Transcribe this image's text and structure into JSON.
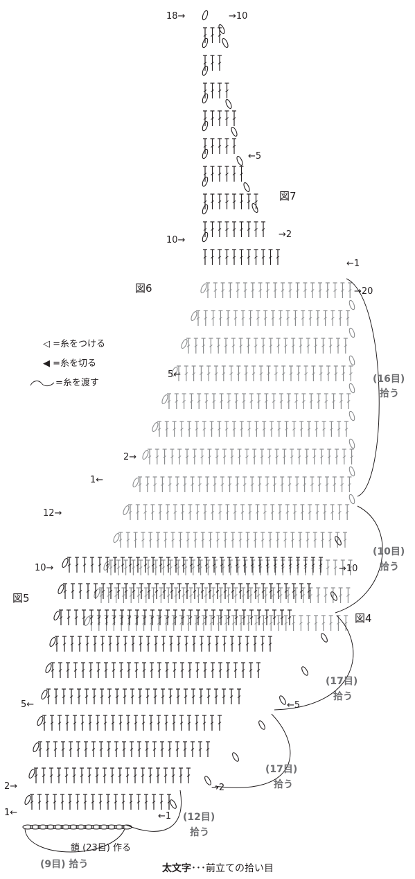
{
  "figures": {
    "fig4": "図4",
    "fig5": "図5",
    "fig6": "図6",
    "fig7": "図7"
  },
  "row_markers": {
    "f7_top_left": "18→",
    "f7_top_right": "→10",
    "f7_r5": "←5",
    "f7_r10": "10→",
    "f7_r2": "→2",
    "f7_r1": "←1",
    "f6_r20": "→20",
    "f6_r5": "5←",
    "f6_r2": "2→",
    "f6_r1": "1←",
    "f6_r12": "12→",
    "f5_r10": "10→",
    "f4_r10": "→10",
    "f4_r5": "←5",
    "f5_r5": "5←",
    "f5_r2": "2→",
    "f4_r2": "→2",
    "f5_r1": "1←",
    "f4_r1": "←1"
  },
  "legend": {
    "attach": "◁ =糸をつける",
    "cut": "◀ =糸を切る",
    "carry": "=糸を渡す"
  },
  "pickups": {
    "p16_count": "(16目)",
    "p16_label": "拾う",
    "p10_count": "(10目)",
    "p10_label": "拾う",
    "p17a_count": "(17目)",
    "p17a_label": "拾う",
    "p17b_count": "(17目)",
    "p17b_label": "拾う",
    "p12_count": "(12目)",
    "p12_label": "拾う",
    "p9_text": "(9目) 拾う"
  },
  "chain_note": "鎖 (23目) 作る",
  "footnote": {
    "bold": "太文字",
    "rest": "･･･前立ての拾い目"
  },
  "colors": {
    "ink": "#231f20",
    "gray": "#8a8c8e",
    "bold_gray": "#6d6e71"
  }
}
